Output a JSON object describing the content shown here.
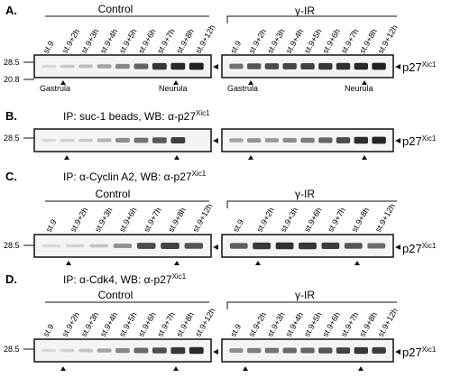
{
  "panels": [
    {
      "letter": "A.",
      "title": "",
      "left": {
        "group": "Control",
        "lanes": [
          "st.9",
          "st.9+2h",
          "st.9+3h",
          "st.9+4h",
          "st.9+5h",
          "st.9+6h",
          "st.9+7h",
          "st.9+8h",
          "st.9+12h"
        ],
        "intensity": [
          0.05,
          0.12,
          0.18,
          0.32,
          0.45,
          0.62,
          0.85,
          0.92,
          0.96
        ]
      },
      "right": {
        "group": "γ-IR",
        "lanes": [
          "st.9",
          "st.9+2h",
          "st.9+3h",
          "st.9+4h",
          "st.9+5h",
          "st.9+6h",
          "st.9+7h",
          "st.9+8h",
          "st.9+12h"
        ],
        "intensity": [
          0.55,
          0.7,
          0.75,
          0.78,
          0.8,
          0.85,
          0.88,
          0.92,
          0.96
        ]
      },
      "mw": [
        "28.5",
        "20.8"
      ],
      "protein": "p27",
      "protein_sup": "Xic1",
      "stage_labels": [
        "Gastrula",
        "Neurula"
      ]
    },
    {
      "letter": "B.",
      "title": "IP: suc-1 beads, WB: α-p27",
      "title_sup": "Xic1",
      "left": {
        "intensity": [
          0.05,
          0.08,
          0.12,
          0.22,
          0.42,
          0.55,
          0.68,
          0.8,
          0.0
        ]
      },
      "right": {
        "intensity": [
          0.3,
          0.38,
          0.35,
          0.42,
          0.5,
          0.62,
          0.75,
          0.9,
          0.95
        ]
      },
      "mw": [
        "28.5"
      ],
      "protein": "p27",
      "protein_sup": "Xic1"
    },
    {
      "letter": "C.",
      "title": "IP: α-Cyclin A2, WB: α-p27",
      "title_sup": "Xic1",
      "left": {
        "group": "Control",
        "lanes": [
          "st.9",
          "st.9+2h",
          "st.9+3h",
          "st.9+6h",
          "st.9+7h",
          "st.9+8h",
          "st.9+12h"
        ],
        "intensity": [
          0.05,
          0.08,
          0.15,
          0.4,
          0.75,
          0.8,
          0.7
        ]
      },
      "right": {
        "group": "γ-IR",
        "lanes": [
          "st.9",
          "st.9+2h",
          "st.9+3h",
          "st.9+6h",
          "st.9+7h",
          "st.9+8h",
          "st.9+12h"
        ],
        "intensity": [
          0.65,
          0.85,
          0.88,
          0.85,
          0.82,
          0.7,
          0.6
        ]
      },
      "mw": [
        "28.5"
      ],
      "protein": "p27",
      "protein_sup": "Xic1"
    },
    {
      "letter": "D.",
      "title": "IP: α-Cdk4, WB: α-p27",
      "title_sup": "Xic1",
      "left": {
        "group": "Control",
        "lanes": [
          "st.9",
          "st.9+2h",
          "st.9+3h",
          "st.9+4h",
          "st.9+5h",
          "st.9+6h",
          "st.9+7h",
          "st.9+8h",
          "st.9+12h"
        ],
        "intensity": [
          0.05,
          0.08,
          0.15,
          0.3,
          0.45,
          0.6,
          0.72,
          0.85,
          0.92
        ]
      },
      "right": {
        "group": "γ-IR",
        "lanes": [
          "st.9",
          "st.9+2h",
          "st.9+3h",
          "st.9+4h",
          "st.9+5h",
          "st.9+6h",
          "st.9+7h",
          "st.9+8h",
          "st.9+12h"
        ],
        "intensity": [
          0.4,
          0.5,
          0.55,
          0.6,
          0.62,
          0.7,
          0.78,
          0.85,
          0.82
        ]
      },
      "mw": [
        "28.5"
      ],
      "protein": "p27",
      "protein_sup": "Xic1"
    }
  ]
}
